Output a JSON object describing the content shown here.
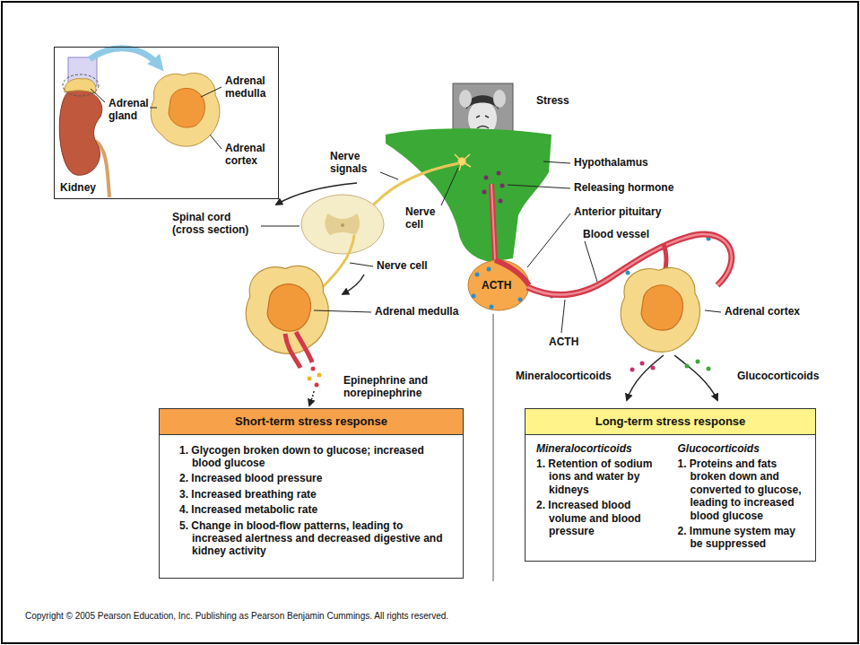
{
  "diagram": {
    "nodes": [
      {
        "text": [
          "Adrenal gland",
          "Adrenal medulla",
          "Adrenal cortex",
          "Kidney"
        ]
      },
      {
        "text": [
          "Short-term stress response",
          "1. Glycogen broken down to glucose; increased blood glucose",
          "2. Increased blood pressure",
          "3. Increased breathing rate",
          "4. Increased metabolic rate",
          "5. Change in blood-flow patterns, leading to increased alertness and decreased digestive and kidney activity"
        ]
      },
      {
        "text": [
          "Long-term stress response",
          "Mineralocorticoids",
          "1. Retention of sodium ions and water by kidneys",
          "2. Increased blood volume and blood pressure",
          "Glucocorticoids",
          "1. Proteins and fats broken down and converted to glucose, leading to increased blood glucose",
          "2. Immune system may be suppressed"
        ]
      }
    ],
    "labels": [
      "Stress",
      "Hypothalamus",
      "Releasing hormone",
      "Anterior pituitary",
      "Blood vessel",
      "Nerve signals",
      "Nerve cell",
      "Spinal cord (cross section)",
      "ACTH",
      "Nerve cell",
      "Adrenal medulla",
      "ACTH",
      "Adrenal cortex",
      "Epinephrine and norepinephrine",
      "Mineralocorticoids",
      "Glucocorticoids",
      "Copyright © 2005 Pearson Education, Inc. Publishing as Pearson Benjamin Cummings. All rights reserved."
    ]
  }
}
